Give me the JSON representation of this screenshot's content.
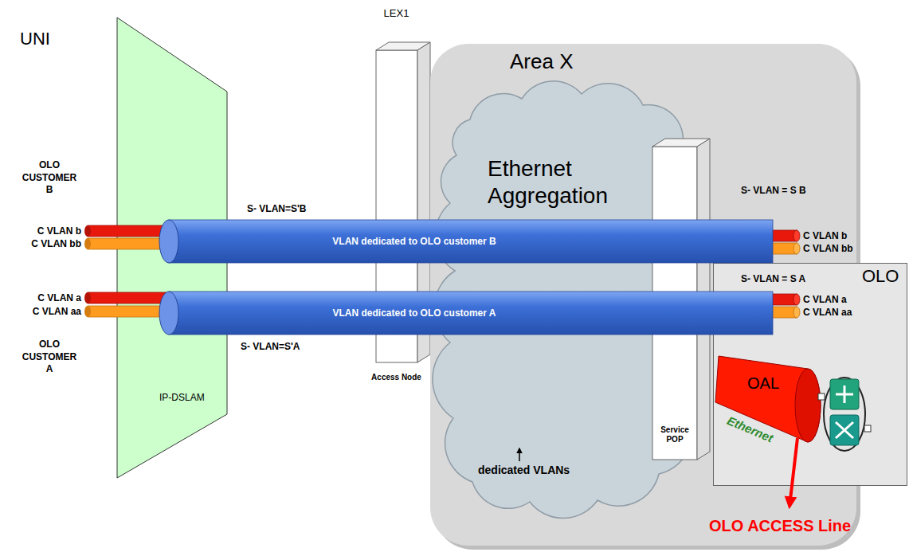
{
  "diagram": {
    "nodes": [
      {
        "text": [
          "IP-DSLAM"
        ]
      },
      {
        "text": [
          "LEX1",
          "Access Node"
        ]
      },
      {
        "text": [
          "Area X"
        ]
      },
      {
        "text": [
          "Ethernet Aggregation"
        ],
        "in": 2
      },
      {
        "text": [
          "Service POP"
        ],
        "in": 2
      },
      {
        "text": [
          "VLAN dedicated to OLO customer B"
        ]
      },
      {
        "text": [
          "VLAN dedicated to OLO customer A"
        ]
      },
      {
        "text": [
          "OLO"
        ]
      },
      {
        "text": [
          "OAL"
        ],
        "in": 7
      }
    ],
    "labels": [
      "UNI",
      "OLO CUSTOMER B",
      "C VLAN b",
      "C VLAN bb",
      "S- VLAN=S'B",
      "C VLAN a",
      "C VLAN aa",
      "OLO CUSTOMER A",
      "S- VLAN=S'A",
      "S- VLAN = S B",
      "C VLAN b",
      "C VLAN bb",
      "S- VLAN = S A",
      "C VLAN a",
      "C VLAN aa",
      "Ethernet",
      "dedicated VLANs",
      "OLO ACCESS Line"
    ]
  }
}
